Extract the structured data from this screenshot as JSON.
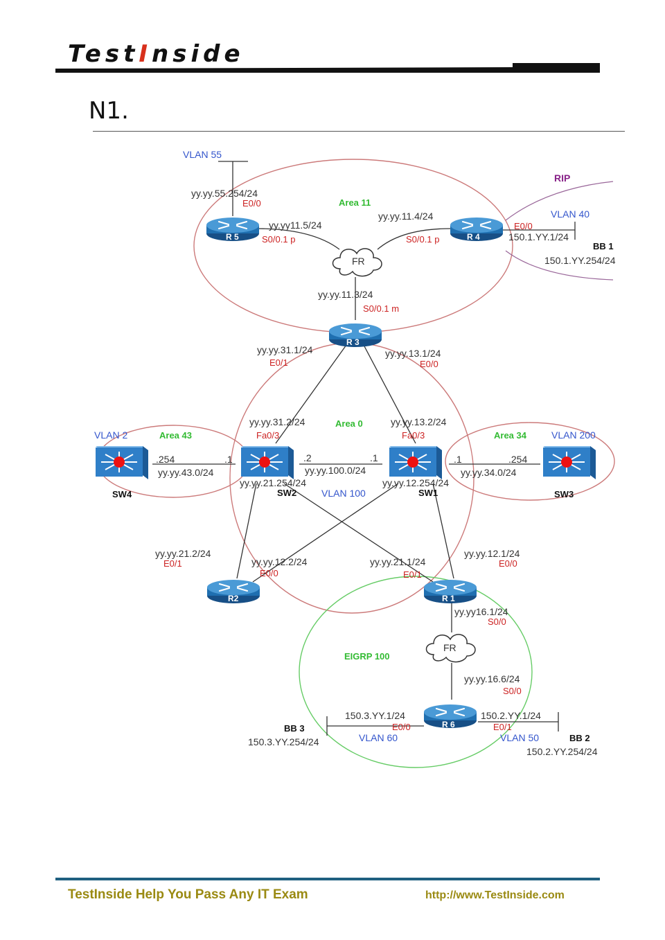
{
  "header": {
    "logo_pre": "Test",
    "logo_accent": "I",
    "logo_post": "nside",
    "page_heading": "N1."
  },
  "footer": {
    "tagline": "TestInside Help You Pass Any IT Exam",
    "url": "http://www.TestInside.com"
  },
  "colors": {
    "brand_red": "#d8301c",
    "footer_text": "#9a8a12",
    "footer_bar": "#1f6080",
    "ospf_ring": "#cc7a7a",
    "eigrp_ring": "#66cc66",
    "label_blue": "#3355cc",
    "label_red": "#cc2222",
    "area_green": "#33bb33",
    "rip_purple": "#882288",
    "router_blue": "#1f6fb0",
    "switch_blue": "#2f7fc8",
    "switch_red": "#ee1111"
  },
  "diagram": {
    "devices": {
      "r5": "R 5",
      "r4": "R 4",
      "r3": "R 3",
      "r2": "R2",
      "r1": "R 1",
      "r6": "R 6",
      "sw4": "SW4",
      "sw2": "SW2",
      "sw1": "SW1",
      "sw3": "SW3",
      "fr_top": "FR",
      "fr_bottom": "FR",
      "bb1": "BB 1",
      "bb2": "BB 2",
      "bb3": "BB 3"
    },
    "areas": {
      "area11": "Area 11",
      "area0": "Area 0",
      "area43": "Area 43",
      "area34": "Area 34",
      "rip": "RIP",
      "eigrp": "EIGRP 100"
    },
    "vlans": {
      "vlan55": "VLAN 55",
      "vlan40": "VLAN 40",
      "vlan2": "VLAN 2",
      "vlan200": "VLAN 200",
      "vlan100": "VLAN 100",
      "vlan60": "VLAN 60",
      "vlan50": "VLAN 50"
    },
    "ips": {
      "r5_e00": "yy.yy.55.254/24",
      "r5_s0": "yy.yy11.5/24",
      "r4_s0": "yy.yy.11.4/24",
      "r4_e00": "150.1.YY.1/24",
      "bb1_ip": "150.1.YY.254/24",
      "r3_s0": "yy.yy.11.3/24",
      "r3_e01": "yy.yy.31.1/24",
      "r3_e00": "yy.yy.13.1/24",
      "sw2_fa03": "yy.yy.31.2/24",
      "sw1_fa03": "yy.yy.13.2/24",
      "sw4_254": ".254",
      "sw2_1": ".1",
      "sw2_2": ".2",
      "sw1_1a": ".1",
      "sw1_1b": ".1",
      "sw3_254": ".254",
      "net43": "yy.yy.43.0/24",
      "net100": "yy.yy.100.0/24",
      "net34": "yy.yy.34.0/24",
      "sw2_vlan": "yy.yy.21.254/24",
      "sw1_vlan": "yy.yy.12.254/24",
      "r2_e01": "yy.yy.21.2/24",
      "r2_e00": "yy.yy.12.2/24",
      "r1_e01": "yy.yy.21.1/24",
      "r1_e00": "yy.yy.12.1/24",
      "r1_s00": "yy.yy16.1/24",
      "r6_s00": "yy.yy.16.6/24",
      "r6_e00": "150.3.YY.1/24",
      "r6_e01": "150.2.YY.1/24",
      "bb3_ip": "150.3.YY.254/24",
      "bb2_ip": "150.2.YY.254/24"
    },
    "interfaces": {
      "r5_e00": "E0/0",
      "r5_s0": "S0/0.1 p",
      "r4_s0": "S0/0.1 p",
      "r4_e00": "E0/0",
      "r3_s0": "S0/0.1 m",
      "r3_e01": "E0/1",
      "r3_e00": "E0/0",
      "sw2_fa03": "Fa0/3",
      "sw1_fa03": "Fa0/3",
      "r2_e01": "E0/1",
      "r2_e00": "E0/0",
      "r1_e01": "E0/1",
      "r1_e00": "E0/0",
      "r1_s00": "S0/0",
      "r6_s00": "S0/0",
      "r6_e00": "E0/0",
      "r6_e01": "E0/1"
    }
  }
}
